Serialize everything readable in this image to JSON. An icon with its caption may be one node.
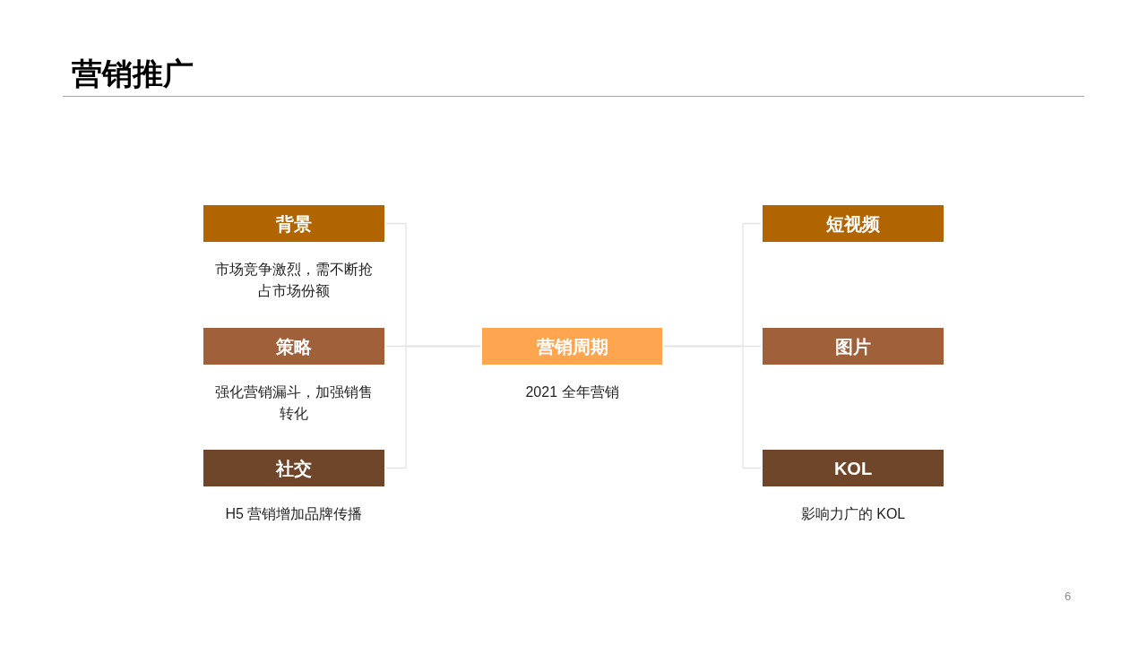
{
  "diagram": {
    "title": "营销推广",
    "nodes": [
      {
        "text": [
          "背景"
        ],
        "beside": [
          "市场竞争激烈，需不断抢占市场份额"
        ]
      },
      {
        "text": [
          "策略"
        ],
        "beside": [
          "强化营销漏斗，加强销售转化"
        ]
      },
      {
        "text": [
          "社交"
        ],
        "beside": [
          "H5 营销增加品牌传播"
        ]
      },
      {
        "text": [
          "营销周期"
        ],
        "beside": [
          "2021 全年营销"
        ]
      },
      {
        "text": [
          "短视频"
        ]
      },
      {
        "text": [
          "图片"
        ]
      },
      {
        "text": [
          "KOL"
        ],
        "beside": [
          "影响力广的 KOL"
        ]
      }
    ],
    "edges": [
      {
        "from": 0,
        "to": 3,
        "arrow": "none"
      },
      {
        "from": 1,
        "to": 3,
        "arrow": "none"
      },
      {
        "from": 2,
        "to": 3,
        "arrow": "none"
      },
      {
        "from": 3,
        "to": 4,
        "arrow": "none"
      },
      {
        "from": 3,
        "to": 5,
        "arrow": "none"
      },
      {
        "from": 3,
        "to": 6,
        "arrow": "none"
      }
    ],
    "labels": [
      "6"
    ]
  }
}
